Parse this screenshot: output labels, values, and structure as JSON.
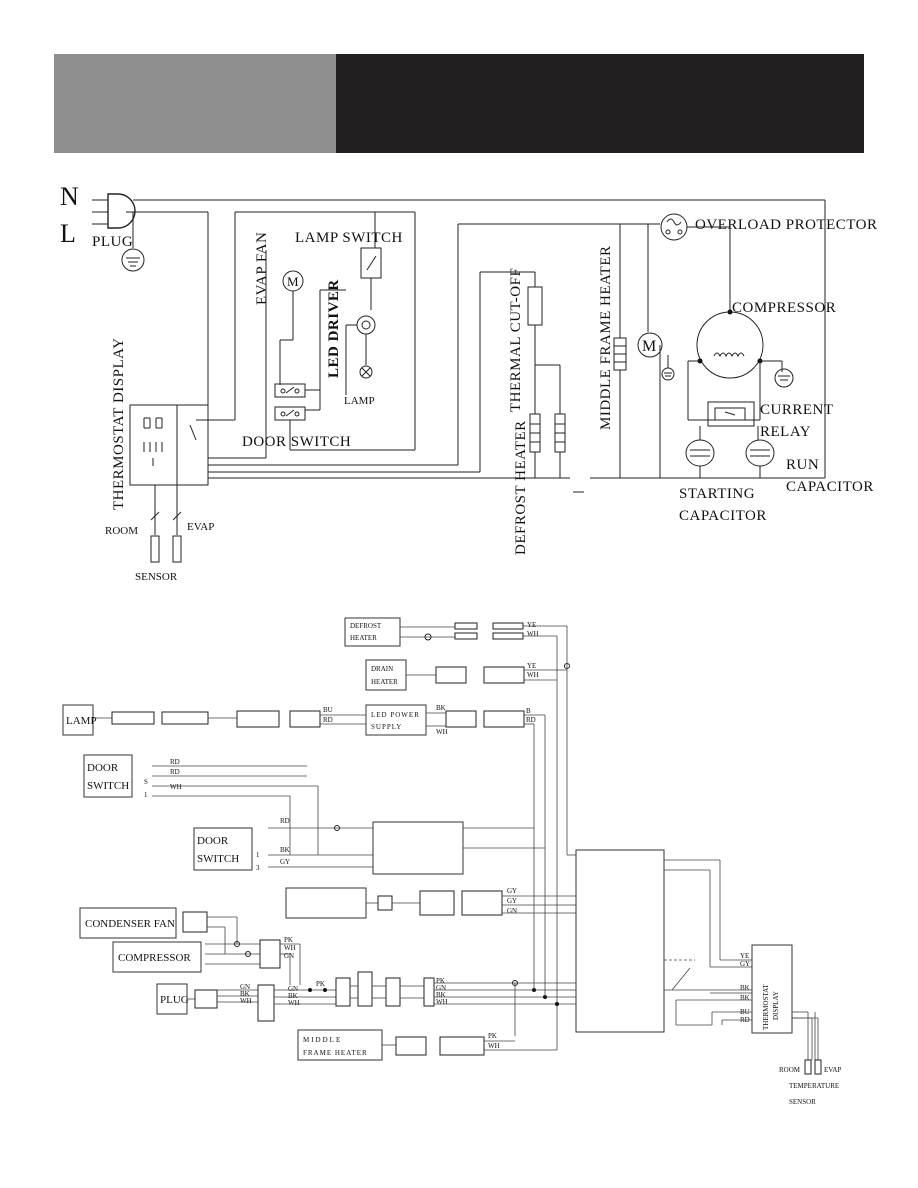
{
  "schematic": {
    "n": "N",
    "l": "L",
    "plug": "PLUG",
    "evap_fan": "EVAP FAN",
    "lamp_switch": "LAMP SWITCH",
    "led_driver": "LED DRIVER",
    "lamp": "LAMP",
    "door_switch": "DOOR SWITCH",
    "thermostat_display": "THERMOSTAT DISPLAY",
    "room": "ROOM",
    "evap": "EVAP",
    "sensor": "SENSOR",
    "thermal_cutoff": "THERMAL CUT-OFF",
    "defrost_heater": "DEFROST HEATER",
    "middle_frame_heater": "MIDDLE FRAME HEATER",
    "overload_protector": "OVERLOAD PROTECTOR",
    "compressor": "COMPRESSOR",
    "current_relay_1": "CURRENT",
    "current_relay_2": "RELAY",
    "run_capacitor_1": "RUN",
    "run_capacitor_2": "CAPACITOR",
    "starting_capacitor_1": "STARTING",
    "starting_capacitor_2": "CAPACITOR",
    "motor_symbol": "M"
  },
  "wiring": {
    "defrost_heater_1": "DEFROST",
    "defrost_heater_2": "HEATER",
    "drain_heater_1": "DRAIN",
    "drain_heater_2": "HEATER",
    "lamp": "LAMP",
    "led_power_1": "LED POWER",
    "led_power_2": "SUPPLY",
    "door_switch_a_1": "DOOR",
    "door_switch_a_2": "SWITCH",
    "door_switch_b_1": "DOOR",
    "door_switch_b_2": "SWITCH",
    "condenser_fan": "CONDENSER FAN",
    "compressor": "COMPRESSOR",
    "plug": "PLUG",
    "middle_frame_heater_1": "MIDDLE",
    "middle_frame_heater_2": "FRAME HEATER",
    "thermostat_display_1": "THERMOSTAT",
    "thermostat_display_2": "DISPLAY",
    "room": "ROOM",
    "evap": "EVAP",
    "temperature": "TEMPERATURE",
    "sensor": "SENSOR",
    "wire_ye": "YE",
    "wire_wh": "WH",
    "wire_bu": "BU",
    "wire_rd": "RD",
    "wire_bk": "BK",
    "wire_gy": "GY",
    "wire_gn": "GN",
    "wire_pk": "PK",
    "wire_b": "B",
    "pin_s": "S",
    "pin_1": "1",
    "pin_3": "3"
  }
}
